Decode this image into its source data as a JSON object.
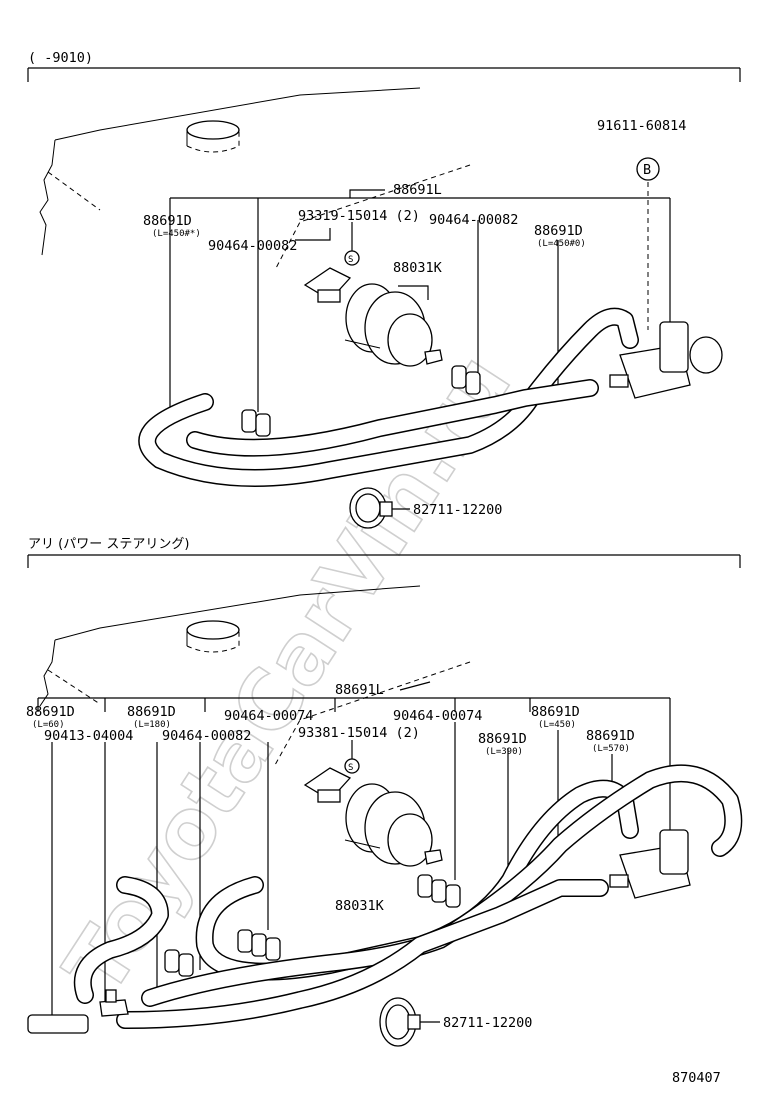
{
  "sections": [
    {
      "header": "(      -9010)",
      "labels": {
        "hose_assy_main": "88691L",
        "bolt_ref": "91611-60814",
        "ref_circle": "B",
        "hose_left": "88691D",
        "hose_left_len": "(L=450#*)",
        "union_bolt": "93319-15014 (2)",
        "clip_left": "90464-00082",
        "clip_right": "90464-00082",
        "hose_right": "88691D",
        "hose_right_len": "(L=450#0)",
        "actuator": "88031K",
        "ref_s": "S",
        "clamp": "82711-12200"
      }
    },
    {
      "header": "アリ (パワー  ステアリング)",
      "labels": {
        "hose_assy_main": "88691L",
        "hose_a": "88691D",
        "hose_a_len": "(L=60)",
        "hose_b": "88691D",
        "hose_b_len": "(L=180)",
        "clip_top": "90464-00074",
        "clip_top_right": "90464-00074",
        "hose_c": "88691D",
        "hose_c_len": "(L=450)",
        "joint": "90413-04004",
        "clip_mid": "90464-00082",
        "union_bolt": "93381-15014 (2)",
        "hose_d": "88691D",
        "hose_d_len": "(L=390)",
        "hose_e": "88691D",
        "hose_e_len": "(L=570)",
        "ref_s": "S",
        "actuator": "88031K",
        "clamp": "82711-12200"
      }
    }
  ],
  "figure_number": "870407",
  "watermark": "ToyotaCarVin.ru"
}
